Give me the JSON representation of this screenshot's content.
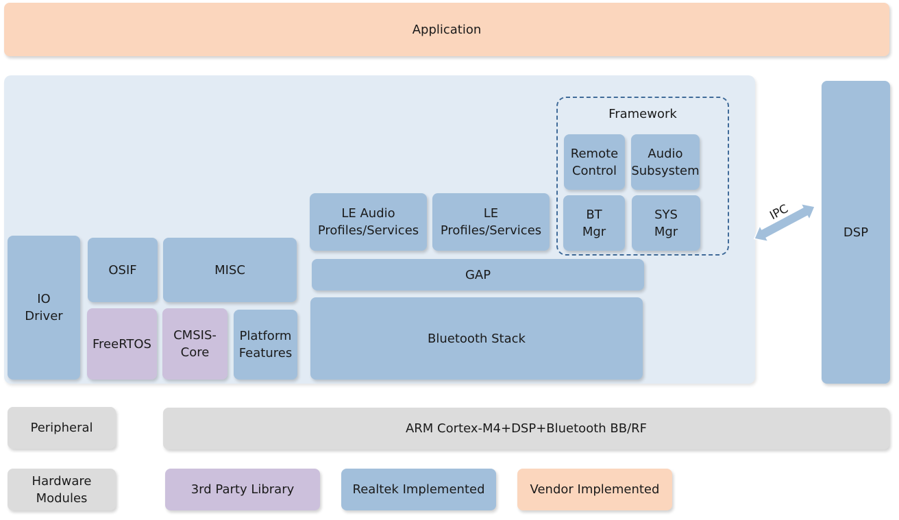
{
  "layers": {
    "application": "Application",
    "io_driver": "IO\nDriver",
    "osif": "OSIF",
    "misc": "MISC",
    "freertos": "FreeRTOS",
    "cmsis_core": "CMSIS-\nCore",
    "platform_features": "Platform\nFeatures",
    "le_audio_profiles": "LE Audio\nProfiles/Services",
    "le_profiles": "LE\nProfiles/Services",
    "gap": "GAP",
    "bluetooth_stack": "Bluetooth Stack",
    "dsp": "DSP",
    "ipc": "IPC",
    "peripheral": "Peripheral",
    "arm": "ARM Cortex-M4+DSP+Bluetooth BB/RF"
  },
  "framework": {
    "title": "Framework",
    "remote_control": "Remote\nControl",
    "audio_subsystem": "Audio\nSubsystem",
    "bt_mgr": "BT\nMgr",
    "sys_mgr": "SYS\nMgr"
  },
  "legend": {
    "hardware_modules": "Hardware\nModules",
    "third_party": "3rd Party Library",
    "realtek": "Realtek Implemented",
    "vendor": "Vendor Implemented"
  },
  "colors": {
    "realtek": "#a2bfdb",
    "third_party": "#ccc0dc",
    "vendor": "#fbd6bd",
    "hardware": "#dcdcdc",
    "panel": "#e2ebf4",
    "framework_border": "#3f6a98"
  }
}
